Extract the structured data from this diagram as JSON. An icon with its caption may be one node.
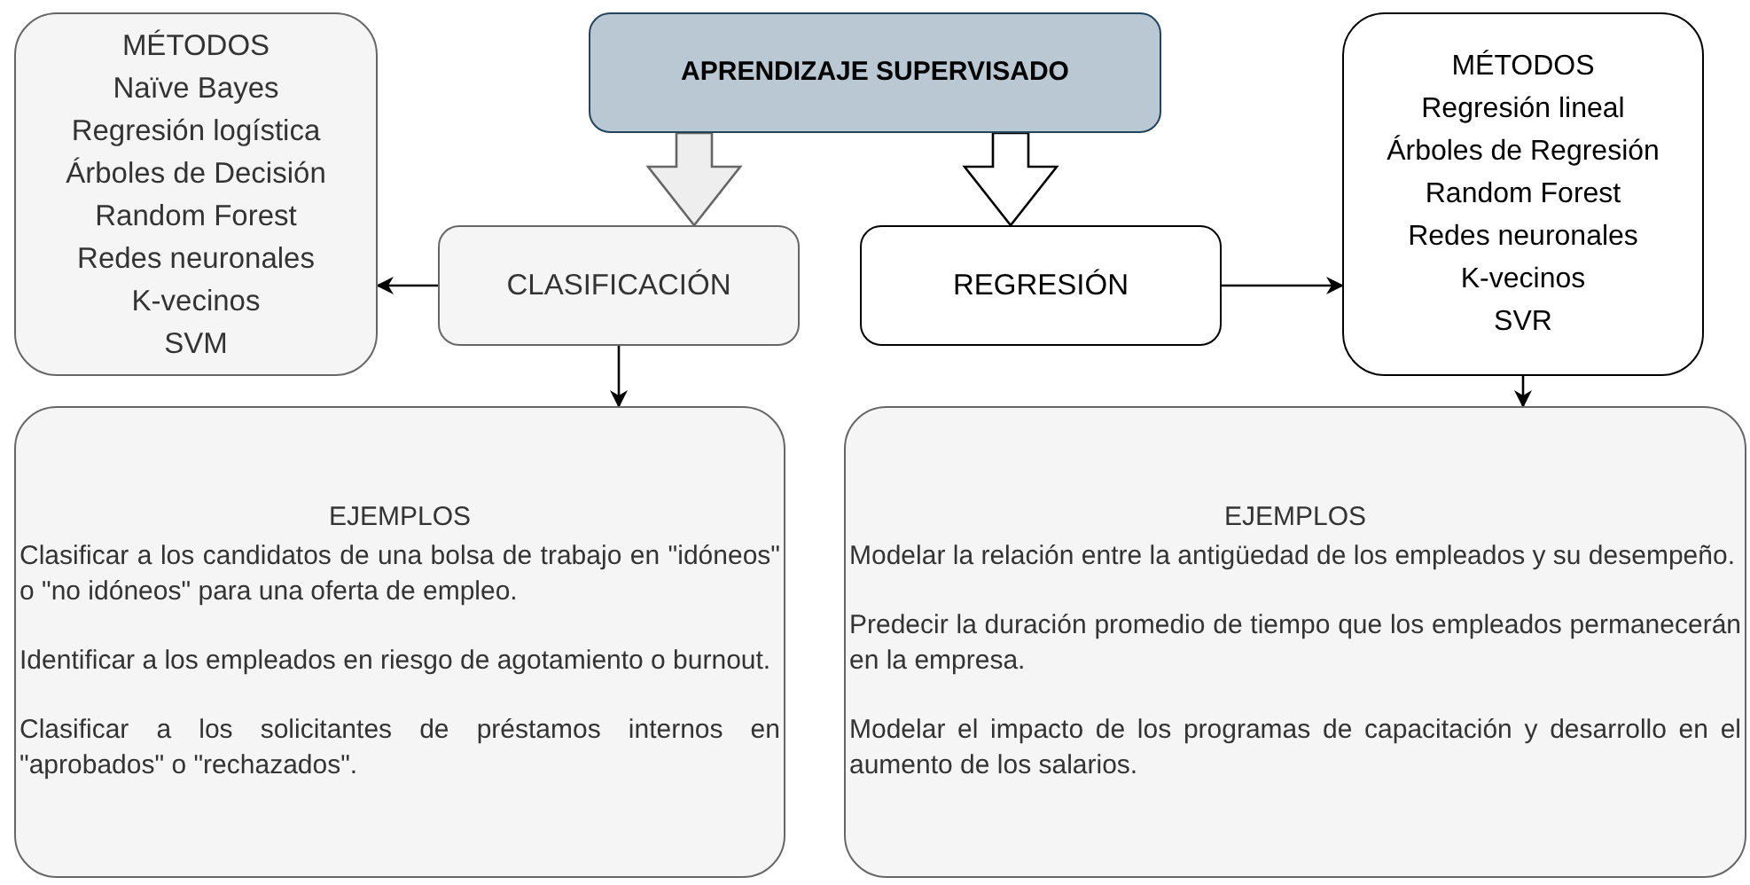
{
  "diagram": {
    "nodes": [
      {
        "text": [
          "APRENDIZAJE SUPERVISADO"
        ]
      },
      {
        "text": [
          "MÉTODOS",
          "Naïve Bayes",
          "Regresión logística",
          "Árboles de Decisión",
          "Random Forest",
          "Redes neuronales",
          "K-vecinos",
          "SVM"
        ]
      },
      {
        "text": [
          "CLASIFICACIÓN"
        ]
      },
      {
        "text": [
          "REGRESIÓN"
        ]
      },
      {
        "text": [
          "MÉTODOS",
          "Regresión lineal",
          "Árboles de Regresión",
          "Random Forest",
          "Redes neuronales",
          "K-vecinos",
          "SVR"
        ]
      },
      {
        "text": [
          "EJEMPLOS",
          "Clasificar a los candidatos de una bolsa de trabajo en \"idóneos\" o \"no idóneos\" para una oferta de empleo.",
          "Identificar a los empleados en riesgo de agotamiento o burnout.",
          "Clasificar a los solicitantes de préstamos internos en \"aprobados\" o \"rechazados\"."
        ]
      },
      {
        "text": [
          "EJEMPLOS",
          "Modelar la relación entre la antigüedad de los empleados y su desempeño.",
          "Predecir la duración promedio de tiempo que los empleados permanecerán en la empresa.",
          "Modelar el impacto de los programas de capacitación y desarrollo en el aumento de los salarios."
        ]
      }
    ],
    "edges": [
      {
        "from": 0,
        "to": 2,
        "arrow": "to",
        "style": "thick",
        "color": "#666666"
      },
      {
        "from": 0,
        "to": 3,
        "arrow": "to",
        "style": "thick"
      },
      {
        "from": 2,
        "to": 1,
        "arrow": "to"
      },
      {
        "from": 2,
        "to": 5,
        "arrow": "to"
      },
      {
        "from": 3,
        "to": 4,
        "arrow": "to"
      },
      {
        "from": 4,
        "to": 6,
        "arrow": "to"
      }
    ]
  }
}
